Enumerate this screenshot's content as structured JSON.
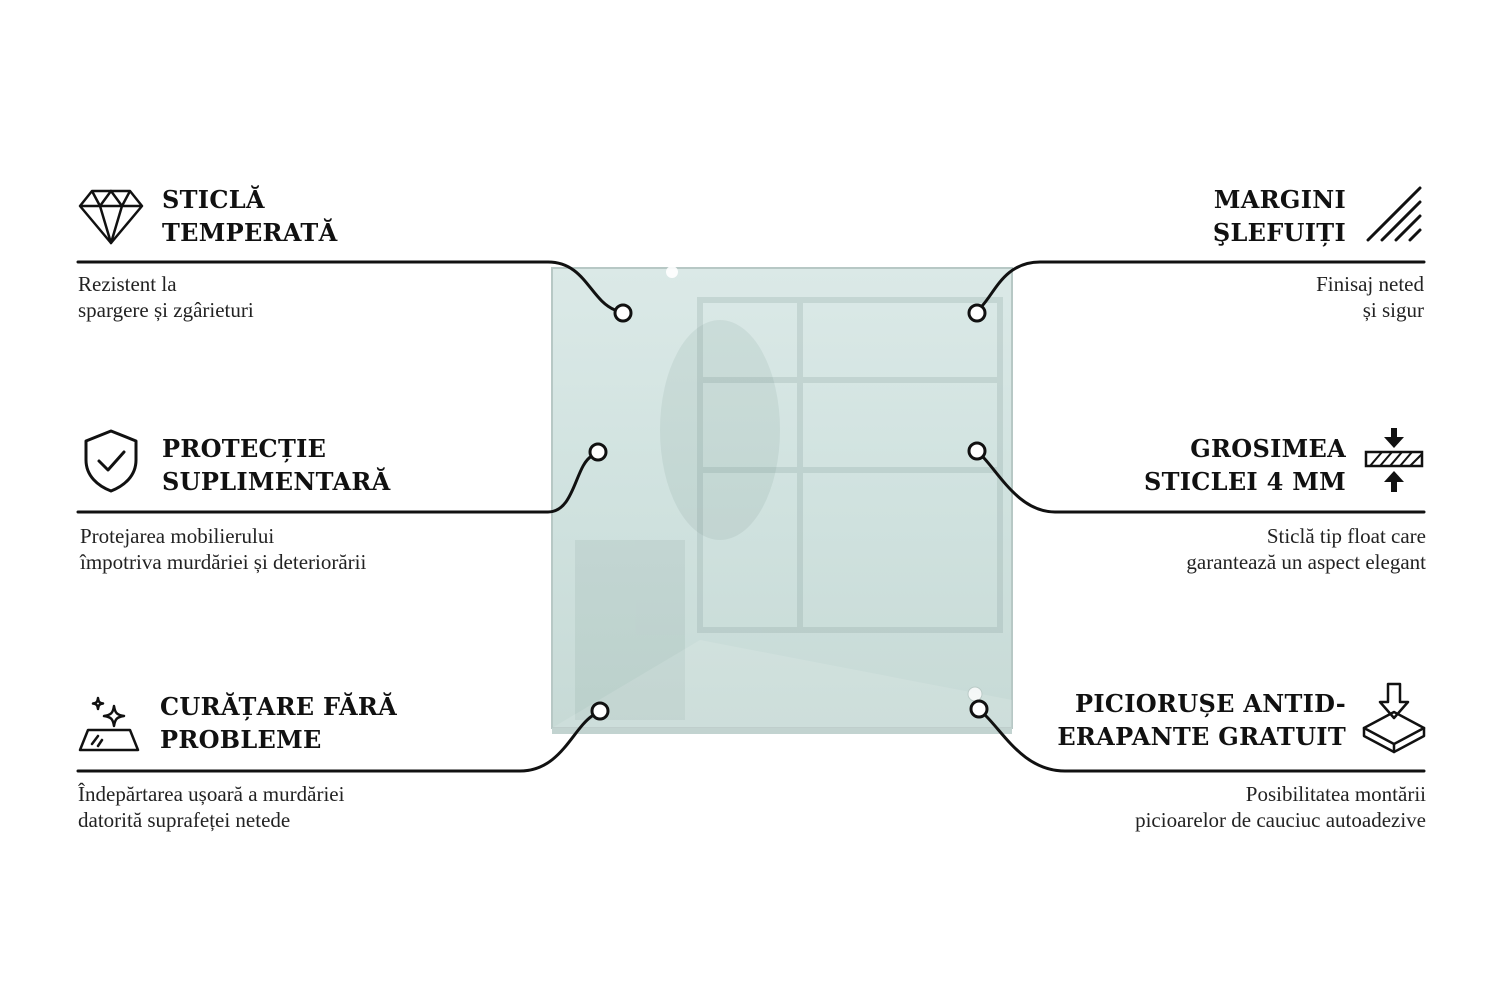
{
  "features": {
    "tempered": {
      "icon": "diamond-icon",
      "title": [
        "STICLĂ",
        "TEMPERATĂ"
      ],
      "desc": [
        "Rezistent la",
        "spargere și zgârieturi"
      ]
    },
    "protection": {
      "icon": "shield-check-icon",
      "title": [
        "PROTECȚIE",
        "SUPLIMENTARĂ"
      ],
      "desc": [
        "Protejarea mobilierului",
        "împotriva murdăriei și deteriorării"
      ]
    },
    "cleaning": {
      "icon": "sparkle-surface-icon",
      "title": [
        "CURĂȚARE FĂRĂ",
        "PROBLEME"
      ],
      "desc": [
        "Îndepărtarea ușoară a murdăriei",
        "datorită suprafeței netede"
      ]
    },
    "edges": {
      "icon": "polished-edges-icon",
      "title": [
        "MARGINI",
        "ŞLEFUIȚI"
      ],
      "desc": [
        "Finisaj neted",
        "și sigur"
      ]
    },
    "thickness": {
      "icon": "thickness-compress-icon",
      "title": [
        "GROSIMEA",
        "STICLEI 4 MM"
      ],
      "desc": [
        "Sticlă tip float care",
        "garantează un aspect elegant"
      ]
    },
    "feet": {
      "icon": "anti-slip-feet-icon",
      "title": [
        "PICIORUȘE ANTID-",
        "ERAPANTE GRATUIT"
      ],
      "desc": [
        "Posibilitatea montării",
        "picioarelor de cauciuc autoadezive"
      ]
    }
  },
  "colors": {
    "line": "#111111",
    "glass": "#d3e4e1",
    "glass_edge": "#b9cbc8"
  }
}
